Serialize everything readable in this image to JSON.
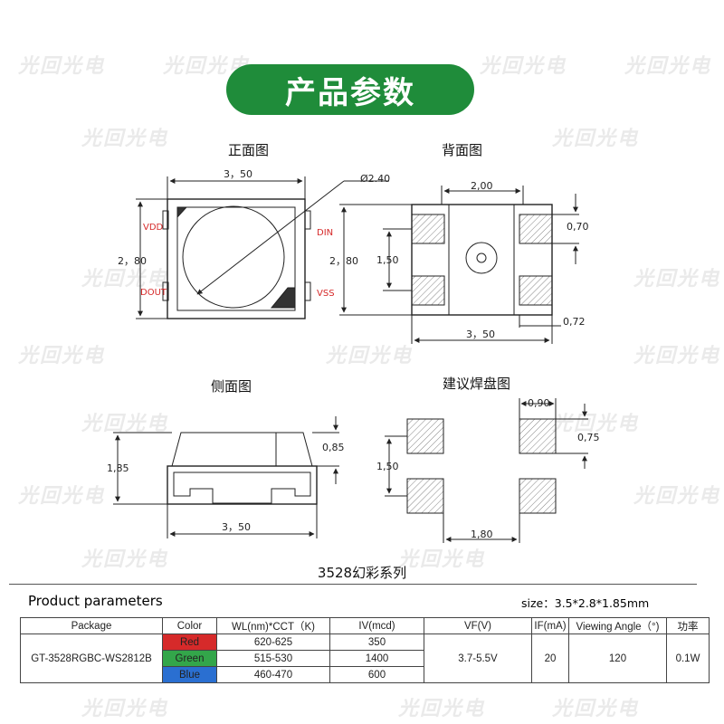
{
  "banner": {
    "title": "产品参数"
  },
  "watermark": "光回光电",
  "views": {
    "front": {
      "title": "正面图",
      "width": "3，50",
      "height": "2，80",
      "diameter": "Ø2.40",
      "pins": {
        "vdd": "VDD",
        "dout": "DOUT",
        "din": "DIN",
        "vss": "VSS"
      }
    },
    "back": {
      "title": "背面图",
      "top_width": "2,00",
      "height": "2，80",
      "pad_pitch": "1,50",
      "pad_height": "0,70",
      "pad_offset": "0,72",
      "bottom_width": "3，50"
    },
    "side": {
      "title": "侧面图",
      "height": "1,85",
      "top_height": "0,85",
      "width": "3，50"
    },
    "pads": {
      "title": "建议焊盘图",
      "pad_width": "0,90",
      "pad_height": "0,75",
      "pitch_v": "1,50",
      "pitch_h": "1,80"
    }
  },
  "series_title": "3528幻彩系列",
  "product_parameters": {
    "label": "Product parameters",
    "size": "size：3.5*2.8*1.85mm",
    "headers": {
      "package": "Package",
      "color": "Color",
      "wl": "WL(nm)*CCT（K)",
      "iv": "IV(mcd)",
      "vf": "VF(V)",
      "if": "IF(mA)",
      "angle": "Viewing Angle（°)",
      "power": "功率"
    },
    "package": "GT-3528RGBC-WS2812B",
    "rows": [
      {
        "color": "Red",
        "wl": "620-625",
        "iv": "350"
      },
      {
        "color": "Green",
        "wl": "515-530",
        "iv": "1400"
      },
      {
        "color": "Blue",
        "wl": "460-470",
        "iv": "600"
      }
    ],
    "vf": "3.7-5.5V",
    "if": "20",
    "angle": "120",
    "power": "0.1W"
  },
  "colors": {
    "banner": "#1f8c3a",
    "red": "#d62a2a",
    "green": "#33a64a",
    "blue": "#2a6fd1",
    "pin_label": "#d62a2a"
  }
}
